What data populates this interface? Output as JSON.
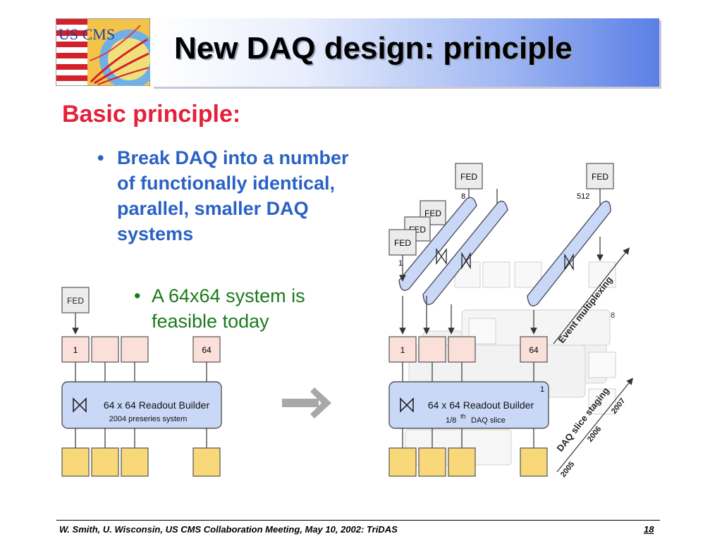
{
  "slide": {
    "title": "New DAQ design: principle",
    "heading": "Basic principle:",
    "bullet1": "Break DAQ into a number of functionally identical, parallel, smaller DAQ systems",
    "bullet2": "A 64x64 system is feasible today",
    "bullet_char": "•"
  },
  "logo": {
    "text": "US CMS"
  },
  "left_diagram": {
    "fed": "FED",
    "inputs": [
      "1",
      "",
      "",
      "64"
    ],
    "builder_title": "64 x 64 Readout Builder",
    "builder_subtitle": "2004 preseries system"
  },
  "right_diagram": {
    "feds": [
      "FED",
      "FED",
      "FED",
      "FED",
      "FED"
    ],
    "fed_numbers": [
      "1",
      "8",
      "512"
    ],
    "inputs": [
      "1",
      "",
      "",
      "64"
    ],
    "builder_title": "64 x 64 Readout Builder",
    "builder_subtitle_pre": "1/8",
    "builder_subtitle_sup": "th",
    "builder_subtitle_post": "DAQ slice",
    "builder_index": "1",
    "back_index": "8",
    "axis_multiplexing": "Event multiplexing",
    "axis_staging": "DAQ slice staging",
    "years": [
      "2005",
      "2006",
      "2007"
    ]
  },
  "footer": {
    "text": "W. Smith, U. Wisconsin, US CMS Collaboration Meeting, May 10, 2002: TriDAS",
    "page": "18"
  },
  "colors": {
    "title_text": "#000000",
    "heading": "#e4203a",
    "bullet1": "#2a62c4",
    "bullet2": "#1b7a1b",
    "input_box": "#fbe0da",
    "builder_box": "#c9d8f7",
    "output_box": "#f9d87a"
  }
}
